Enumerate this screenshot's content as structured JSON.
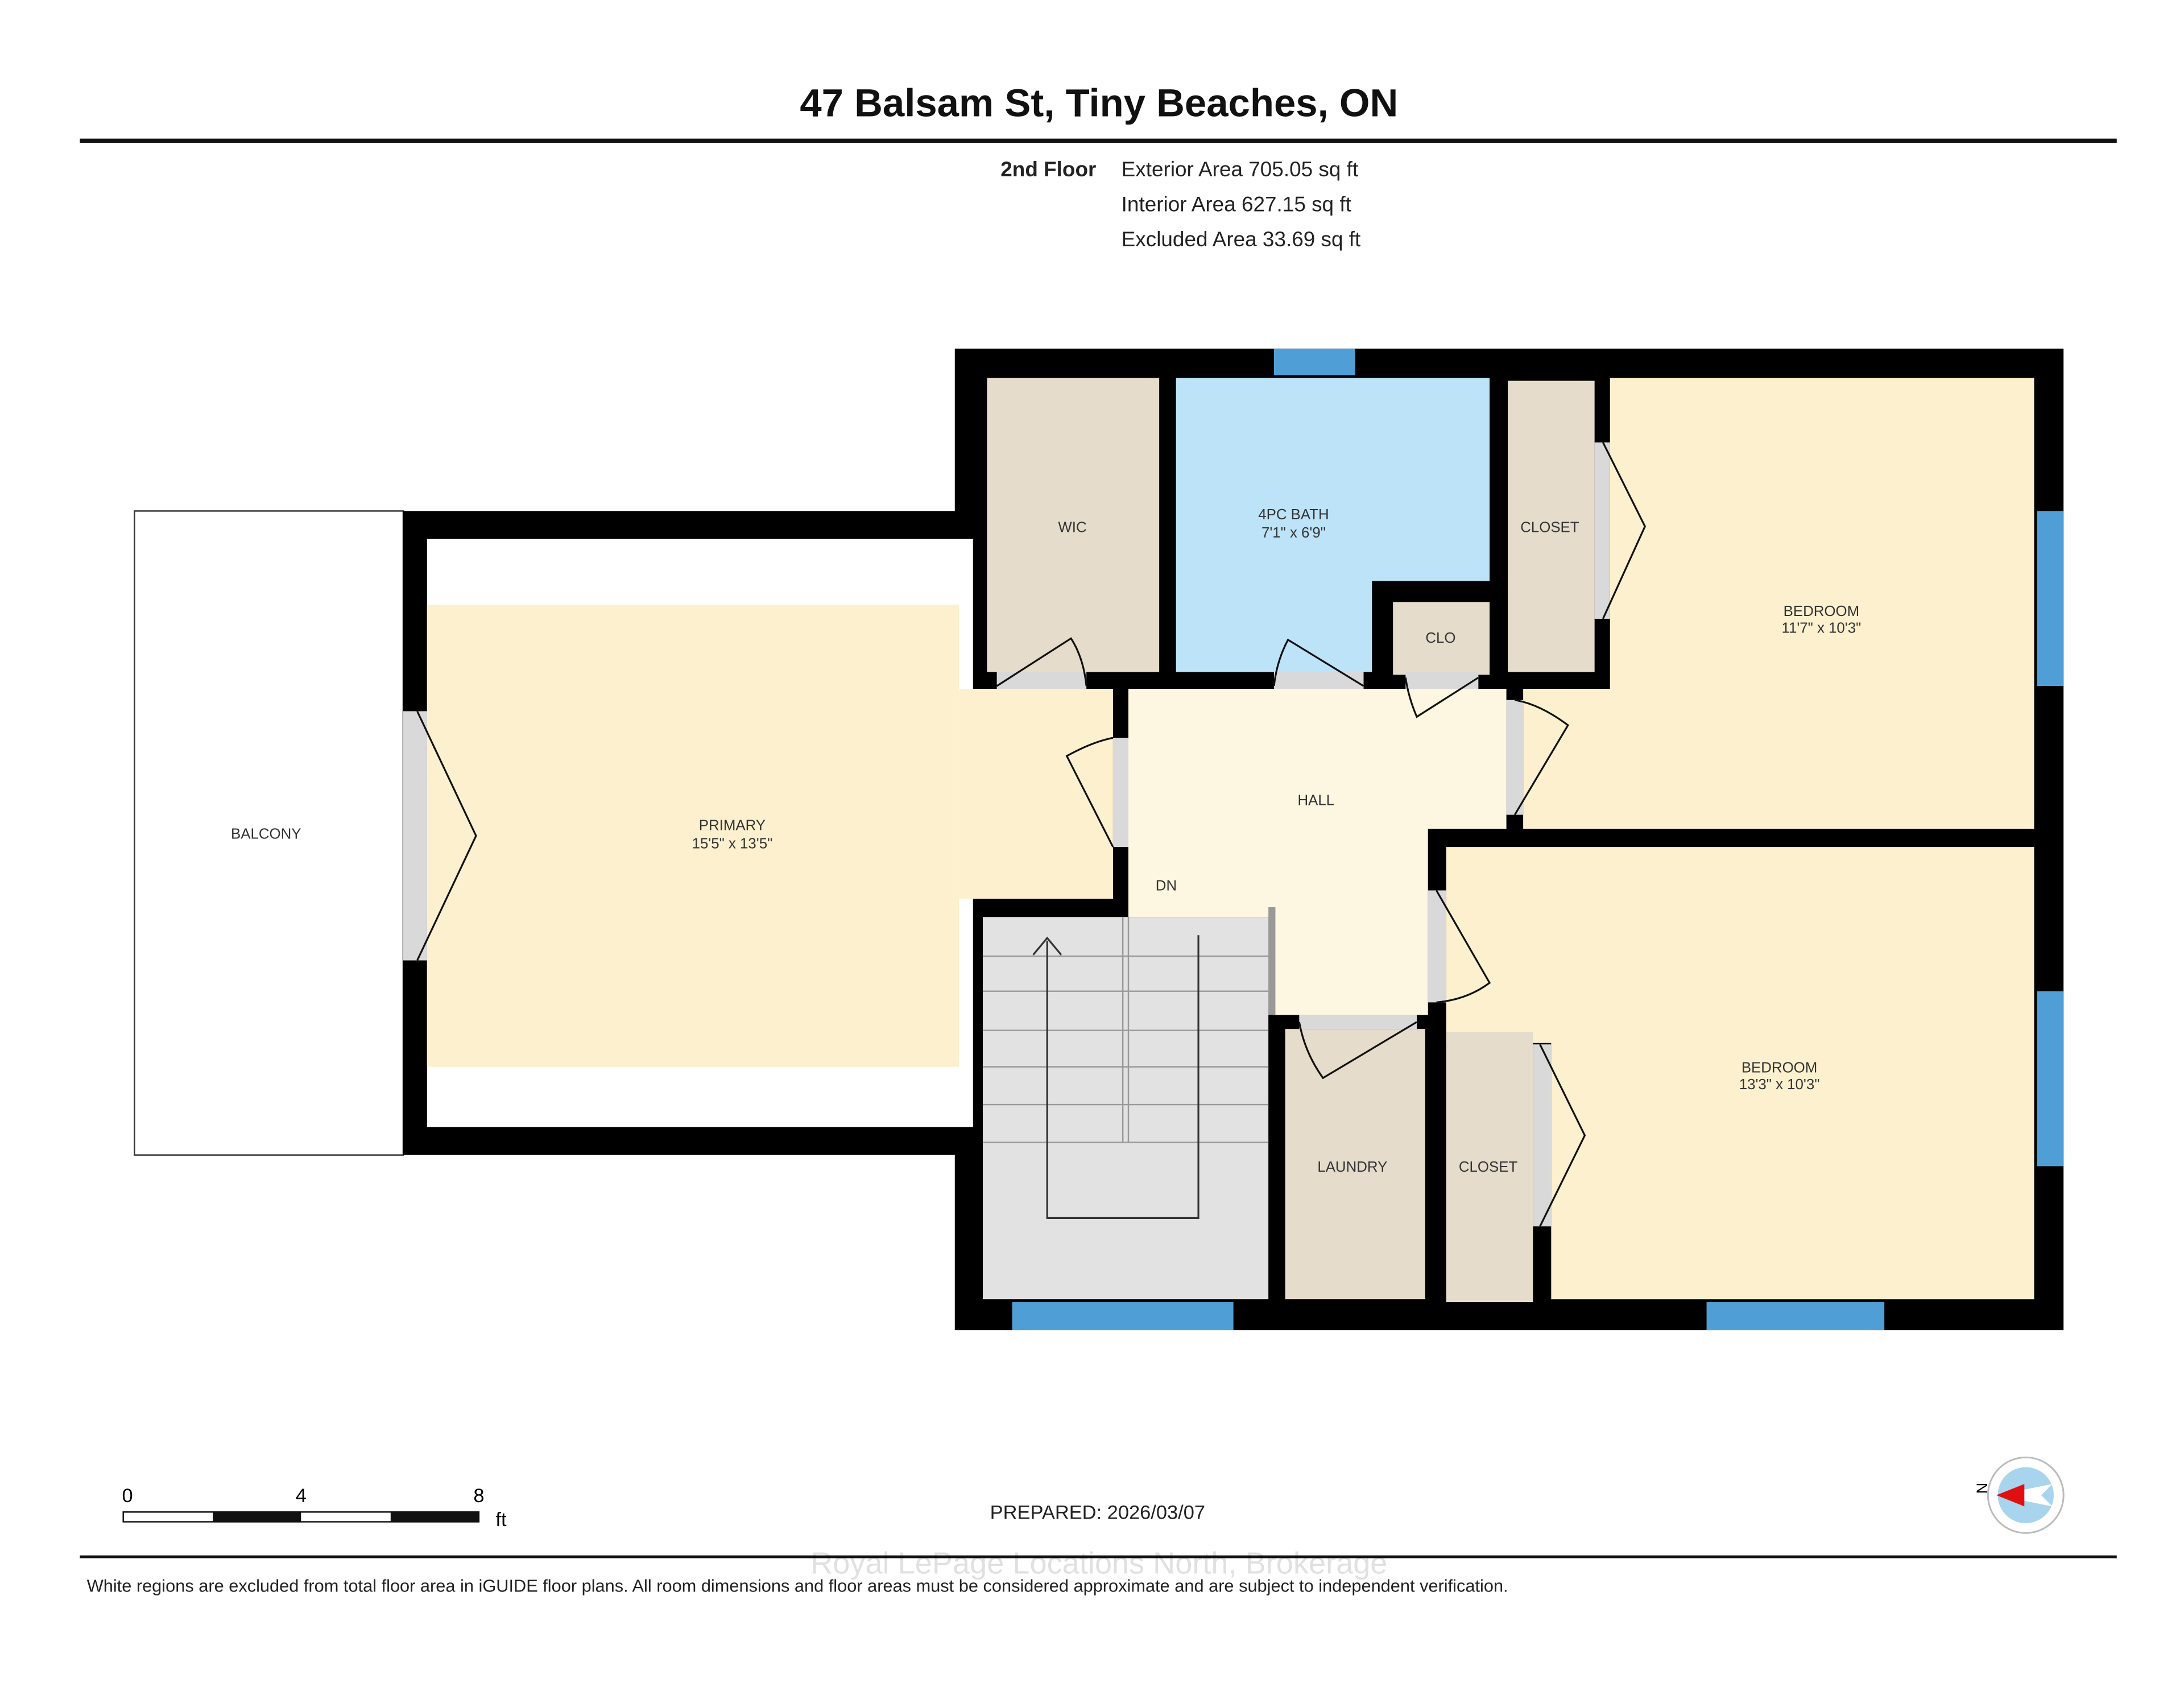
{
  "title": "47 Balsam St, Tiny Beaches, ON",
  "floor": {
    "name": "2nd Floor",
    "exterior_area": "Exterior Area 705.05 sq ft",
    "interior_area": "Interior Area 627.15 sq ft",
    "excluded_area": "Excluded Area 33.69 sq ft"
  },
  "rooms": {
    "balcony": {
      "name": "BALCONY"
    },
    "primary": {
      "name": "PRIMARY",
      "dims": "15'5\" x 13'5\""
    },
    "wic": {
      "name": "WIC"
    },
    "bath": {
      "name": "4PC BATH",
      "dims": "7'1\" x 6'9\""
    },
    "clo": {
      "name": "CLO"
    },
    "closet1": {
      "name": "CLOSET"
    },
    "bedroom1": {
      "name": "BEDROOM",
      "dims": "11'7\" x 10'3\""
    },
    "hall": {
      "name": "HALL"
    },
    "stairs": {
      "name": "DN"
    },
    "laundry": {
      "name": "LAUNDRY"
    },
    "closet2": {
      "name": "CLOSET"
    },
    "bedroom2": {
      "name": "BEDROOM",
      "dims": "13'3\" x 10'3\""
    }
  },
  "scale": {
    "ticks": [
      "0",
      "4",
      "8"
    ],
    "unit": "ft"
  },
  "prepared": "PREPARED: 2026/03/07",
  "compass": {
    "label": "N",
    "icon": "compass-icon"
  },
  "watermark": "Royal LePage Locations North, Brokerage",
  "disclaimer": "White regions are excluded from total floor area in iGUIDE floor plans. All room dimensions and floor areas must be considered approximate and are subject to independent verification.",
  "colors": {
    "room_cream": "#fdf0cf",
    "hall": "#fdf6e0",
    "closet": "#e6dccb",
    "bath": "#bde3f9",
    "stairs": "#e2e2e2",
    "window": "#4f9fd6",
    "wall": "#000000"
  }
}
